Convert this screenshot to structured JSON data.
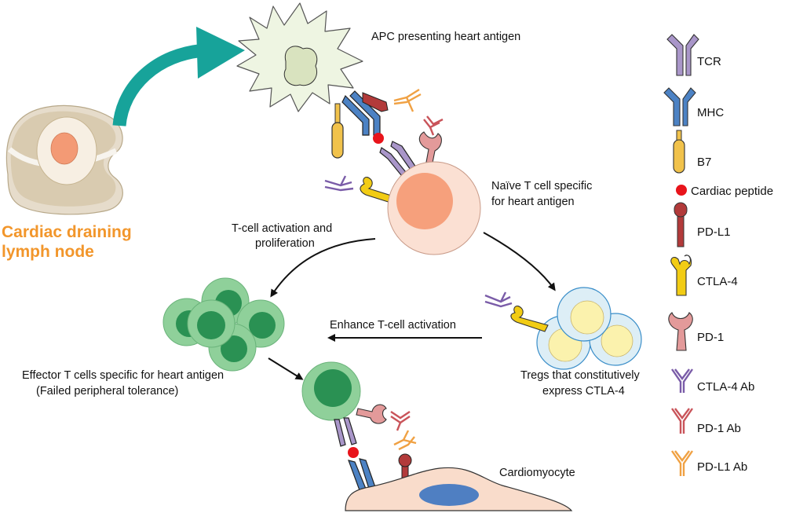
{
  "labels": {
    "apc": "APC presenting heart antigen",
    "lymph_node_line1": "Cardiac draining",
    "lymph_node_line2": "lymph node",
    "naive_line1": "Naïve T cell specific",
    "naive_line2": "for heart antigen",
    "activation_line1": "T-cell activation and",
    "activation_line2": "proliferation",
    "enhance": "Enhance T-cell  activation",
    "effector_line1": "Effector T cells specific for heart antigen",
    "effector_line2": "(Failed peripheral tolerance)",
    "tregs_line1": "Tregs that constitutively",
    "tregs_line2": "express CTLA-4",
    "cardiomyocyte": "Cardiomyocyte"
  },
  "legend": [
    {
      "label": "TCR",
      "icon": "tcr-icon",
      "color": "#a996c9"
    },
    {
      "label": "MHC",
      "icon": "mhc-icon",
      "color": "#4c82c4"
    },
    {
      "label": "B7",
      "icon": "b7-icon",
      "color": "#f1c24b"
    },
    {
      "label": "Cardiac peptide",
      "icon": "cardiac-peptide-icon",
      "color": "#e8141b"
    },
    {
      "label": "PD-L1",
      "icon": "pd-l1-icon",
      "color": "#b23a3a"
    },
    {
      "label": "CTLA-4",
      "icon": "ctla-4-icon",
      "color": "#f2cc14"
    },
    {
      "label": "PD-1",
      "icon": "pd-1-icon",
      "color": "#e39a9a"
    },
    {
      "label": "CTLA-4 Ab",
      "icon": "ctla-4-ab-icon",
      "color": "#7a5ca8"
    },
    {
      "label": "PD-1 Ab",
      "icon": "pd-1-ab-icon",
      "color": "#c9545a"
    },
    {
      "label": "PD-L1 Ab",
      "icon": "pd-l1-ab-icon",
      "color": "#f0a143"
    }
  ],
  "colors": {
    "teal_arrow": "#17a39a",
    "effector_outer": "#8fd09a",
    "effector_inner": "#2a9153",
    "apc_fill": "#eef5e2",
    "naive_outer": "#fbe0d3",
    "naive_inner": "#f6a07c",
    "treg_outer": "#ddeef6",
    "treg_inner": "#fbf2ad",
    "cardiomyocyte_fill": "#f9dccb",
    "nucleus": "#4f7fc2"
  }
}
